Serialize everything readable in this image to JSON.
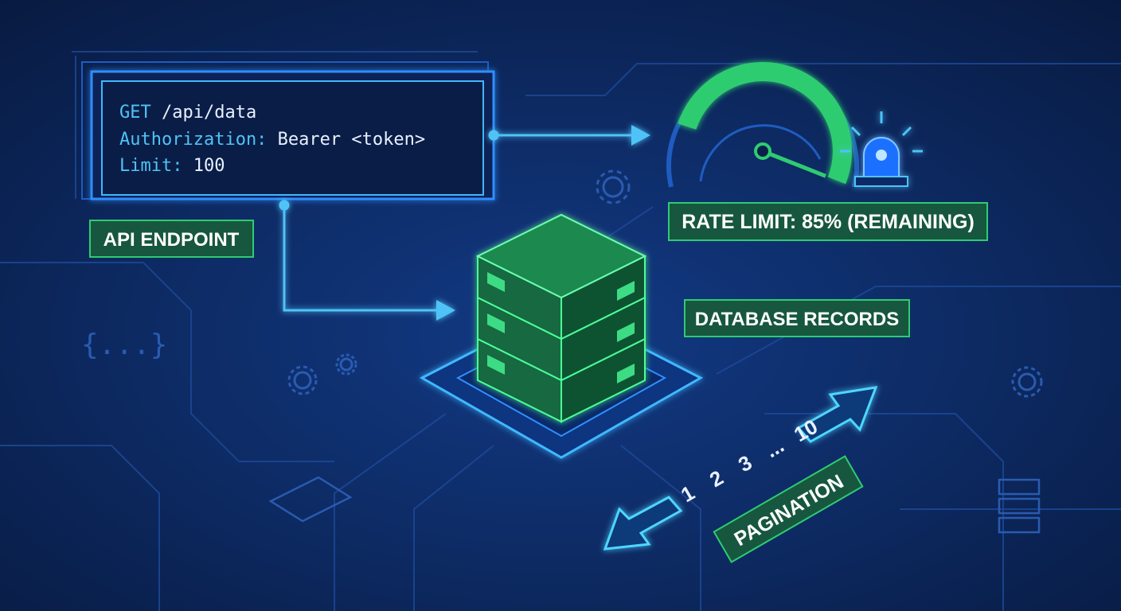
{
  "code_box": {
    "line1": {
      "keyword": "GET",
      "value": " /api/data"
    },
    "line2": {
      "keyword": "Authorization:",
      "value": " Bearer <token>"
    },
    "line3": {
      "keyword": "Limit:",
      "value": " 100"
    }
  },
  "labels": {
    "api_endpoint": "API ENDPOINT",
    "rate_limit": "RATE LIMIT: 85% (REMAINING)",
    "database_records": "DATABASE RECORDS",
    "pagination": "PAGINATION"
  },
  "rate_limit_remaining_percent": 85,
  "pagination_pages": [
    "1",
    "2",
    "3",
    "...",
    "10"
  ],
  "decor": {
    "json_braces": "{...}"
  },
  "colors": {
    "background": "#0b2152",
    "accent_cyan": "#3fb8ff",
    "accent_green": "#2ecc71",
    "label_fill": "#17573f"
  }
}
